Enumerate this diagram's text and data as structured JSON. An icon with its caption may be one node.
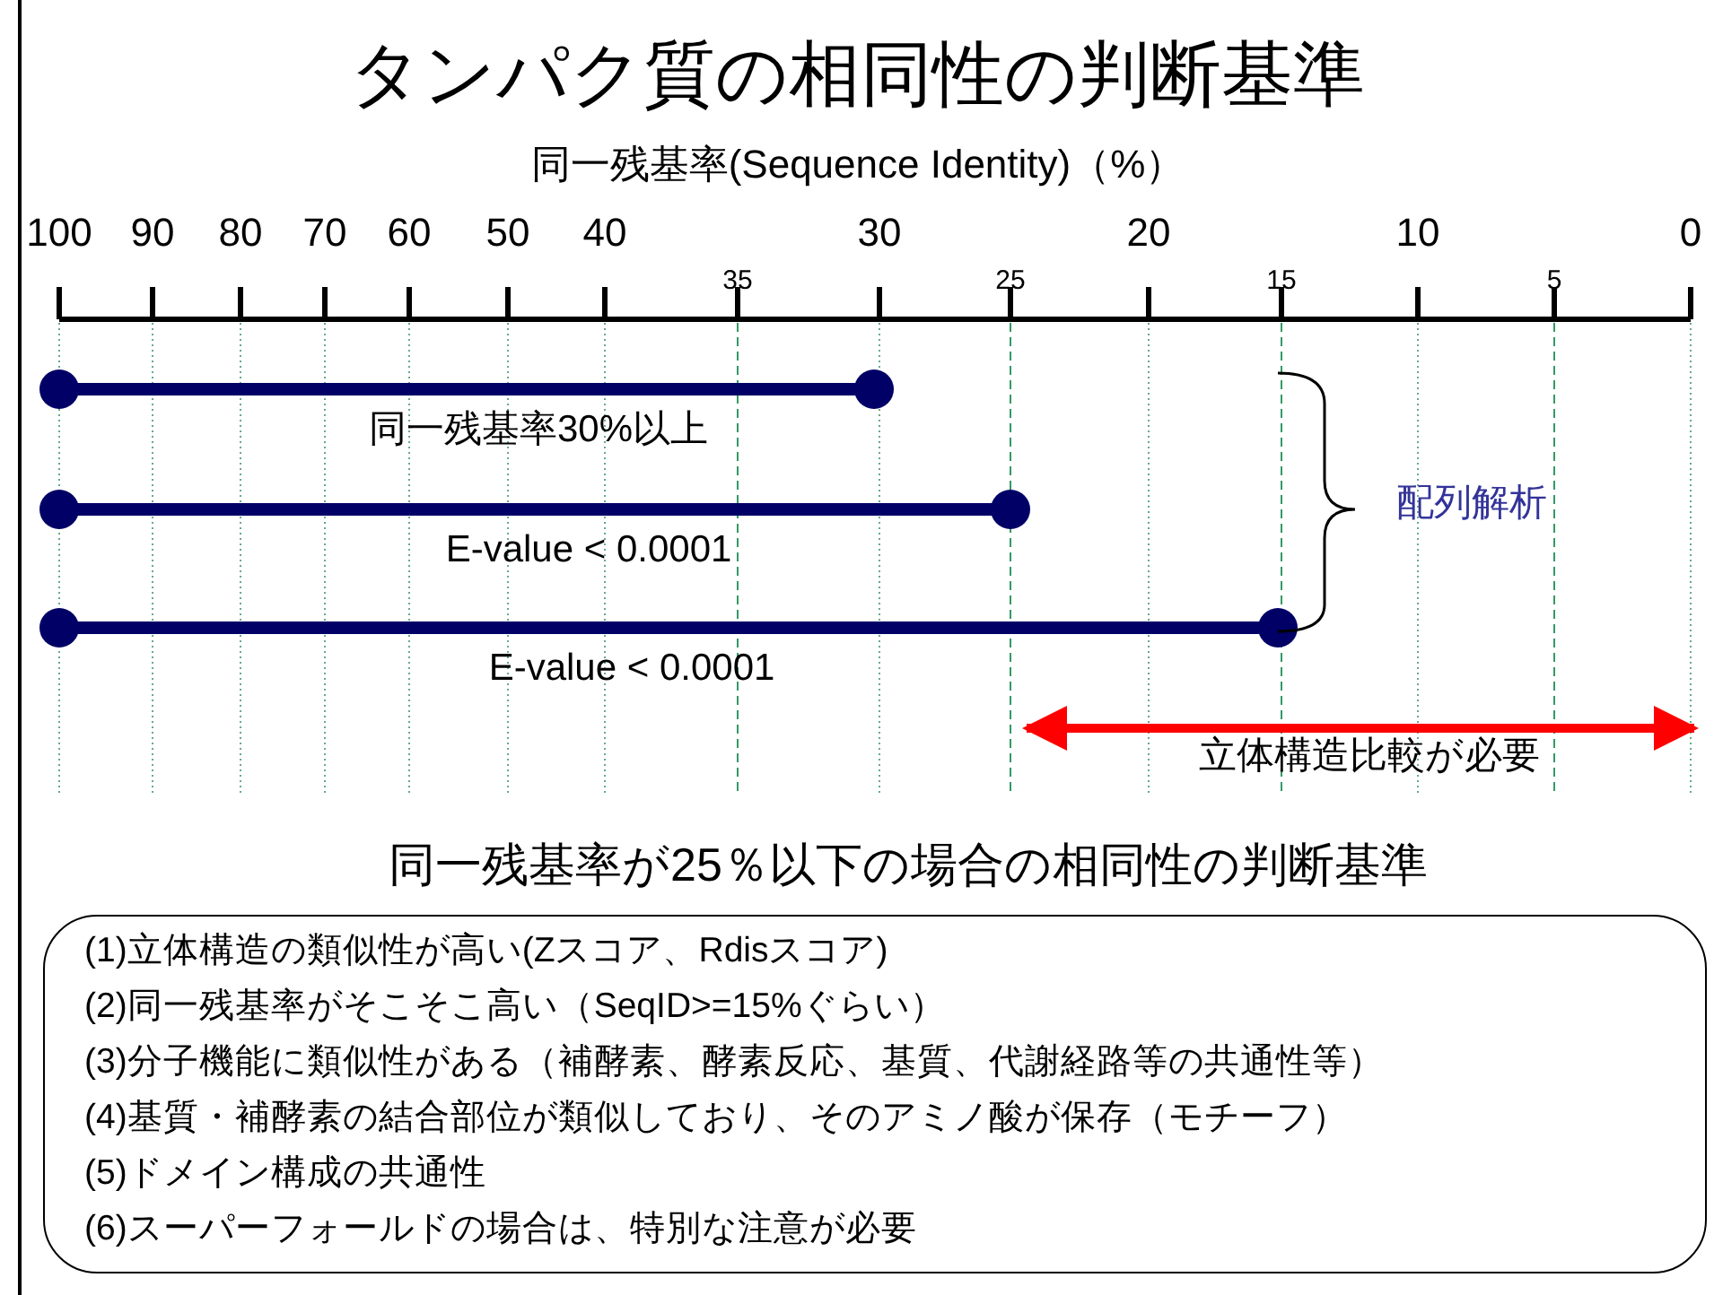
{
  "diagram": {
    "title": "タンパク質の相同性の判断基準",
    "nodes": [
      {
        "text": [
          "(1)立体構造の類似性が高い(Zスコア、Rdisスコア)",
          "(2)同一残基率がそこそこ高い（SeqID>=15%ぐらい）",
          "(3)分子機能に類似性がある（補酵素、酵素反応、基質、代謝経路等の共通性等）",
          "(4)基質・補酵素の結合部位が類似しており、そのアミノ酸が保存（モチーフ）",
          "(5)ドメイン構成の共通性",
          "(6)スーパーフォールドの場合は、特別な注意が必要"
        ]
      }
    ],
    "edges": [],
    "labels": [
      "同一残基率(Sequence Identity)（%）",
      "100",
      "90",
      "80",
      "70",
      "60",
      "50",
      "40",
      "30",
      "20",
      "10",
      "0",
      "35",
      "25",
      "15",
      "5",
      "同一残基率30%以上",
      "E-value < 0.0001",
      "E-value < 0.0001",
      "配列解析",
      "立体構造比較が必要",
      "同一残基率が25％以下の場合の相同性の判断基準"
    ]
  }
}
